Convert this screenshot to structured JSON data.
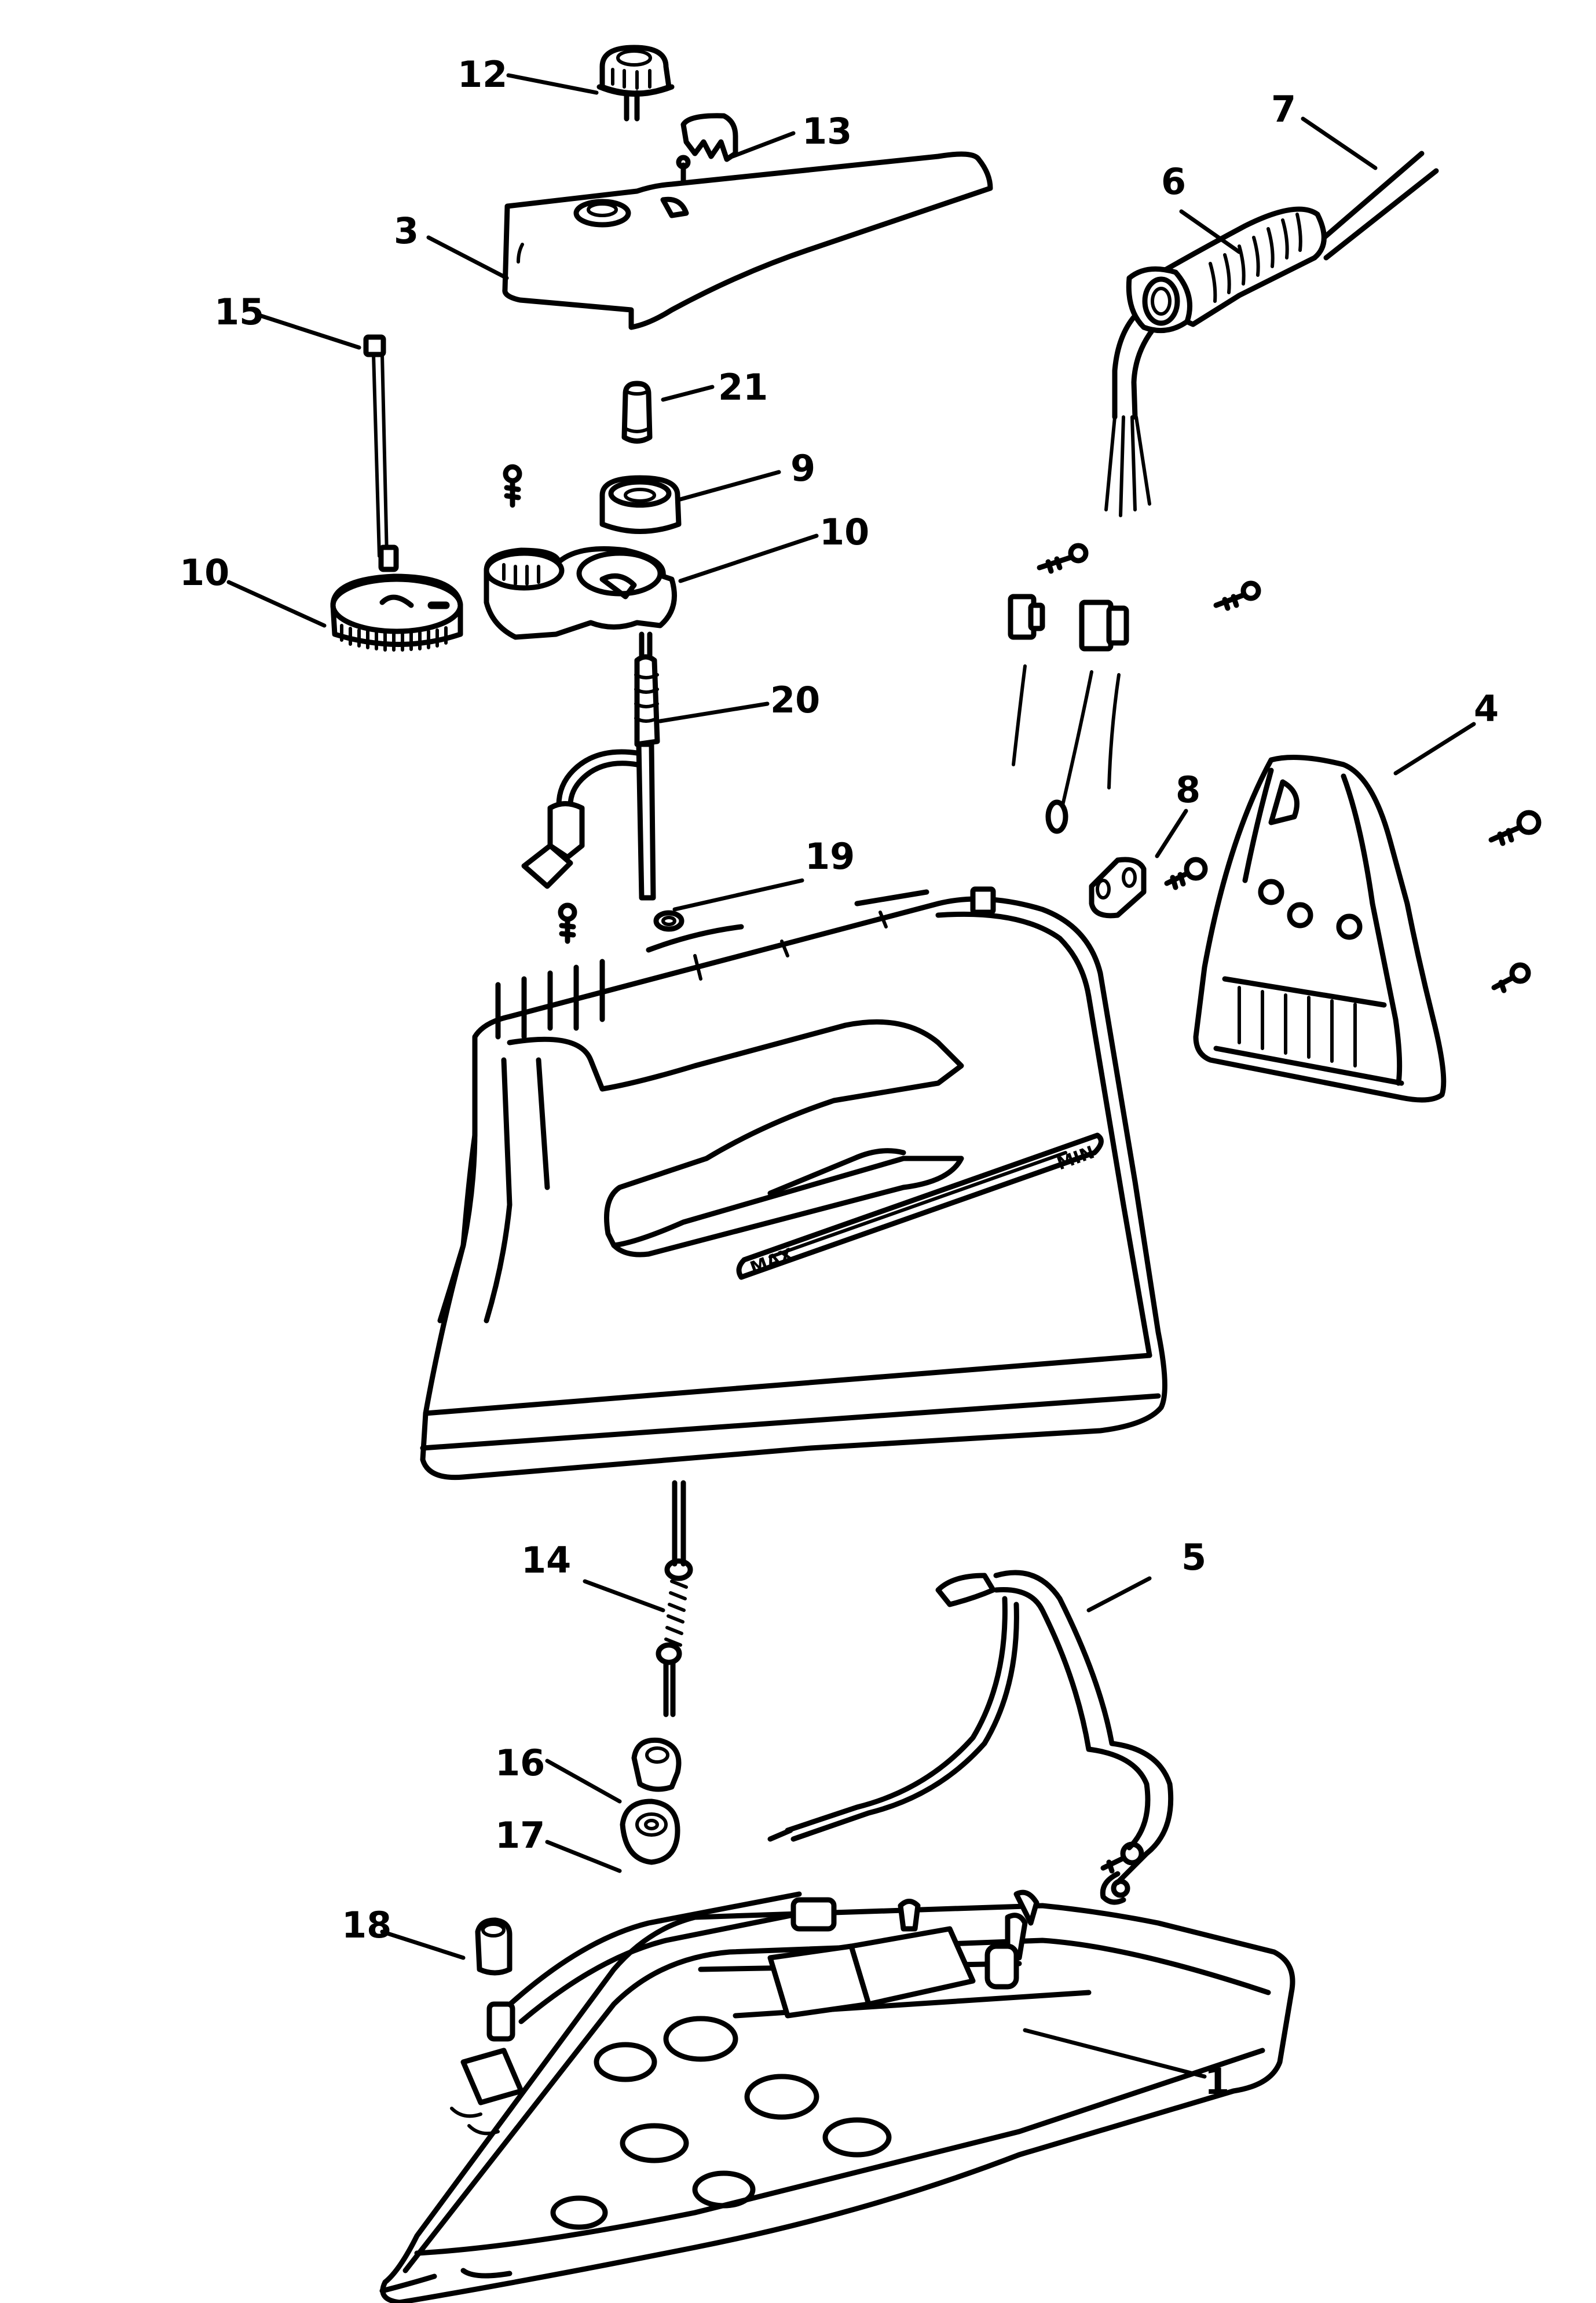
{
  "diagram": {
    "type": "exploded-parts-diagram",
    "subject": "steam iron",
    "ink_color": "#000000",
    "background_color": "#ffffff",
    "housing_markings": {
      "max": "MAX",
      "min": "MIN"
    },
    "part_labels": [
      {
        "id": "p1",
        "number": "1",
        "part": "soleplate assembly"
      },
      {
        "id": "p3",
        "number": "3",
        "part": "handle top cover"
      },
      {
        "id": "p4",
        "number": "4",
        "part": "rear cover"
      },
      {
        "id": "p5",
        "number": "5",
        "part": "internal wire lead"
      },
      {
        "id": "p6",
        "number": "6",
        "part": "cord protector"
      },
      {
        "id": "p7",
        "number": "7",
        "part": "power cord"
      },
      {
        "id": "p8",
        "number": "8",
        "part": "cord clamp"
      },
      {
        "id": "p9",
        "number": "9",
        "part": "spray button"
      },
      {
        "id": "p10a",
        "number": "10",
        "part": "temperature dial"
      },
      {
        "id": "p10b",
        "number": "10",
        "part": "dial housing"
      },
      {
        "id": "p12",
        "number": "12",
        "part": "steam knob"
      },
      {
        "id": "p13",
        "number": "13",
        "part": "clip"
      },
      {
        "id": "p14",
        "number": "14",
        "part": "steam valve rod"
      },
      {
        "id": "p15",
        "number": "15",
        "part": "thermostat link rod"
      },
      {
        "id": "p16",
        "number": "16",
        "part": "valve seat"
      },
      {
        "id": "p17",
        "number": "17",
        "part": "grommet"
      },
      {
        "id": "p18",
        "number": "18",
        "part": "bushing"
      },
      {
        "id": "p19",
        "number": "19",
        "part": "o-ring"
      },
      {
        "id": "p20",
        "number": "20",
        "part": "spray pump assembly"
      },
      {
        "id": "p21",
        "number": "21",
        "part": "spray button plunger"
      }
    ]
  }
}
